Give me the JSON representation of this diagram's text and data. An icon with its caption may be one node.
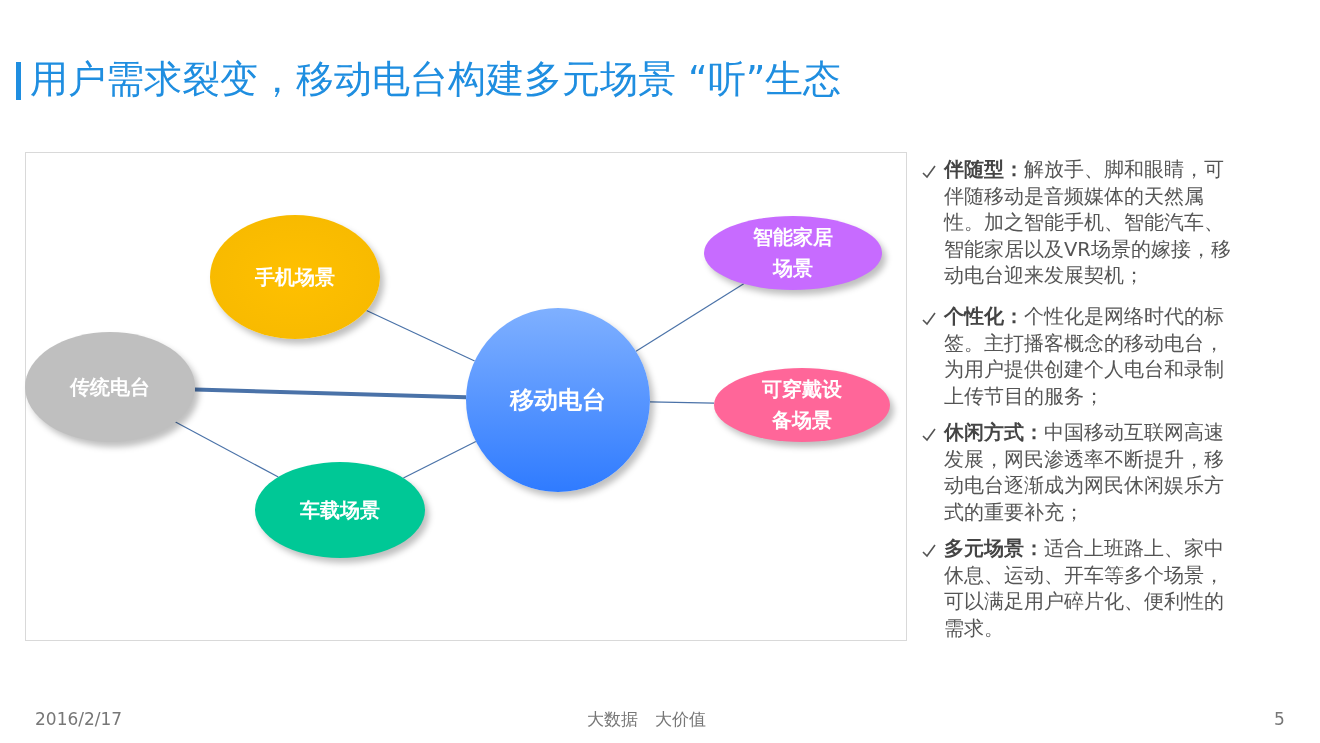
{
  "diagram": {
    "title": "用户需求裂变，移动电台构建多元场景 “听”生态",
    "nodes": [
      {
        "text": [
          "手机场景"
        ]
      },
      {
        "text": [
          "传统电台"
        ]
      },
      {
        "text": [
          "移动电台"
        ]
      },
      {
        "text": [
          "智能家居场景"
        ]
      },
      {
        "text": [
          "可穿戴设备场景"
        ]
      },
      {
        "text": [
          "车载场景"
        ]
      }
    ],
    "edges": [
      {
        "from": 0,
        "to": 2,
        "arrow": "none"
      },
      {
        "from": 1,
        "to": 2,
        "arrow": "none",
        "style": "thick"
      },
      {
        "from": 1,
        "to": 5,
        "arrow": "none"
      },
      {
        "from": 5,
        "to": 2,
        "arrow": "none"
      },
      {
        "from": 2,
        "to": 3,
        "arrow": "none"
      },
      {
        "from": 2,
        "to": 4,
        "arrow": "none"
      }
    ],
    "labels": [
      "**伴随型：**解放手、脚和眼睛，可伴随移动是音频媒体的天然属性。加之智能手机、智能汽车、智能家居以及VR场景的嫁接，移动电台迎来发展契机；",
      "**个性化：**个性化是网络时代的标签。主打播客概念的移动电台，为用户提供创建个人电台和录制上传节目的服务；",
      "**休闲方式：**中国移动互联网高速发展，网民渗透率不断提升，移动电台逐渐成为网民休闲娱乐方式的重要补充；",
      "**多元场景：**适合上班路上、家中休息、运动、开车等多个场景，可以满足用户碎片化、便利性的需求。",
      "2016/2/17",
      "大数据　大价值",
      "5"
    ]
  }
}
